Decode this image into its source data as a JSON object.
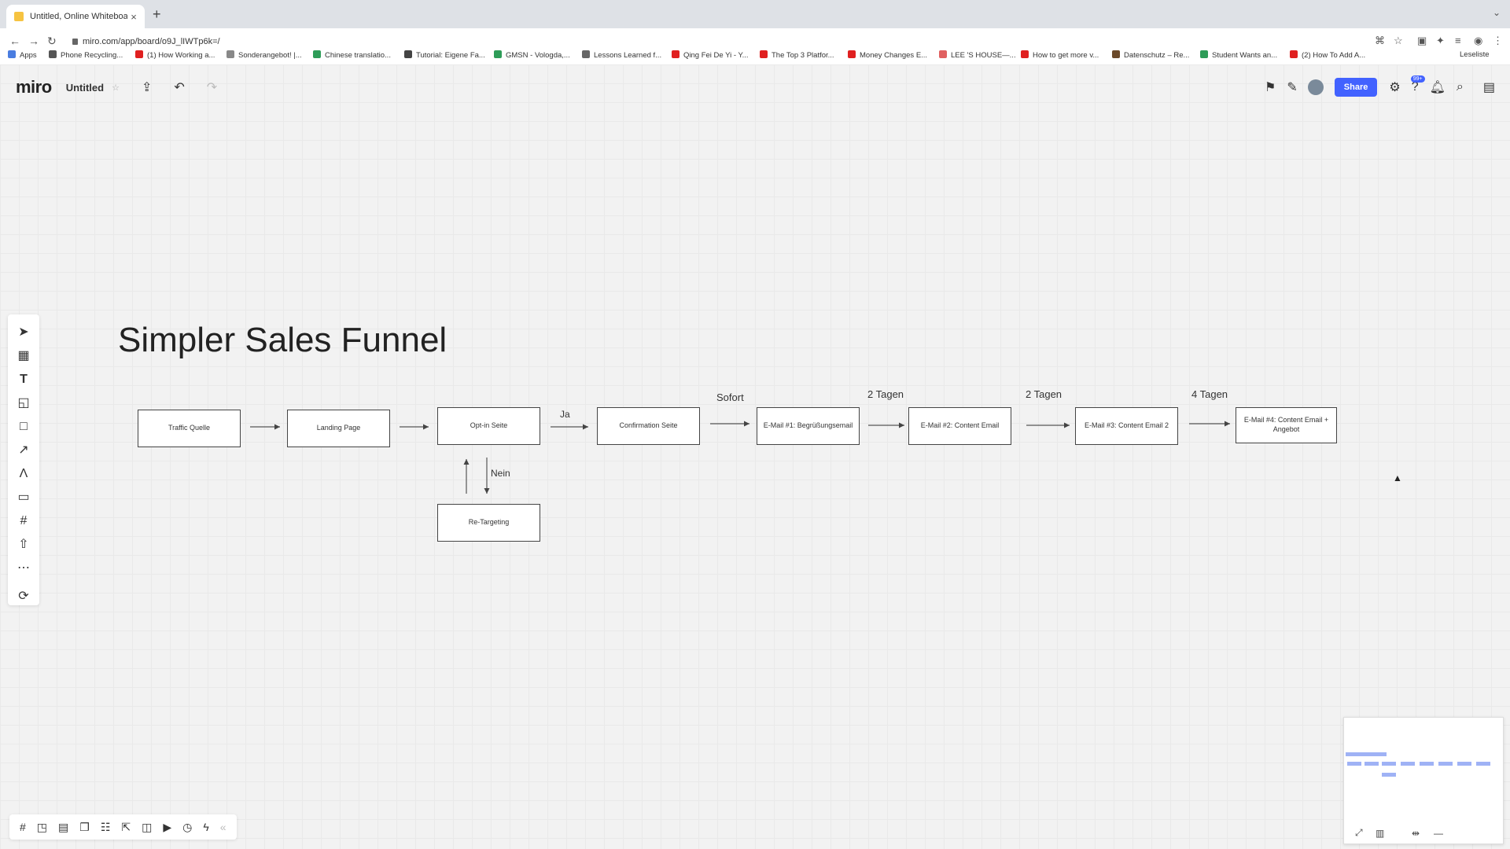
{
  "browser": {
    "tab_title": "Untitled, Online Whiteboard fo",
    "url": "miro.com/app/board/o9J_lIWTp6k=/",
    "bookmarks": [
      {
        "label": "Apps",
        "color": "#4a7de0"
      },
      {
        "label": "Phone Recycling...",
        "color": "#555555"
      },
      {
        "label": "(1) How Working a...",
        "color": "#e02020"
      },
      {
        "label": "Sonderangebot! |...",
        "color": "#888888"
      },
      {
        "label": "Chinese translatio...",
        "color": "#2e9c58"
      },
      {
        "label": "Tutorial: Eigene Fa...",
        "color": "#444444"
      },
      {
        "label": "GMSN - Vologda,...",
        "color": "#2e9c58"
      },
      {
        "label": "Lessons Learned f...",
        "color": "#666666"
      },
      {
        "label": "Qing Fei De Yi - Y...",
        "color": "#e02020"
      },
      {
        "label": "The Top 3 Platfor...",
        "color": "#e02020"
      },
      {
        "label": "Money Changes E...",
        "color": "#e02020"
      },
      {
        "label": "LEE 'S HOUSE—...",
        "color": "#e06060"
      },
      {
        "label": "How to get more v...",
        "color": "#e02020"
      },
      {
        "label": "Datenschutz – Re...",
        "color": "#6b4a2a"
      },
      {
        "label": "Student Wants an...",
        "color": "#2e9c58"
      },
      {
        "label": "(2) How To Add A...",
        "color": "#e02020"
      }
    ],
    "reading_list": "Leseliste"
  },
  "miro": {
    "logo": "miro",
    "board_name": "Untitled",
    "share_label": "Share",
    "notifications_badge": "99+",
    "accent": "#4262ff"
  },
  "diagram": {
    "title": "Simpler Sales Funnel",
    "nodes": {
      "traffic": "Traffic Quelle",
      "landing": "Landing Page",
      "optin": "Opt-in Seite",
      "confirmation": "Confirmation Seite",
      "email1": "E-Mail #1: Begrüßungsemail",
      "email2": "E-Mail #2: Content Email",
      "email3": "E-Mail #3: Content Email 2",
      "email4": "E-Mail #4: Content Email + Angebot",
      "retargeting": "Re-Targeting"
    },
    "labels": {
      "ja": "Ja",
      "nein": "Nein",
      "sofort": "Sofort",
      "tagen1": "2 Tagen",
      "tagen2": "2 Tagen",
      "tagen3": "4 Tagen"
    }
  }
}
